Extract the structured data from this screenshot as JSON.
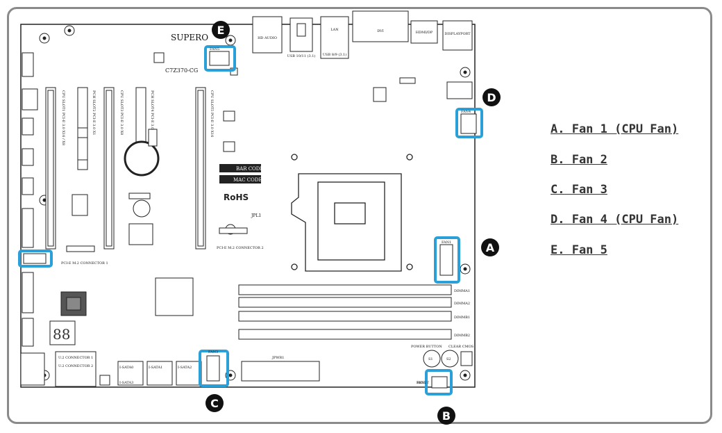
{
  "figure": {
    "board": {
      "brand": "SUPERO",
      "model": "C7Z370-CG",
      "ports": {
        "hd_audio": "HD AUDIO",
        "lan": "LAN",
        "usb_top": "USB 10/11 (3.1)",
        "usb_lan": "USB 8/9 (3.1)",
        "dvi": "DVI",
        "hdmi": "HDMI/DP",
        "displayport": "DISPLAYPORT"
      },
      "slots": [
        "CPU SLOT1 PCI-E 3.0 X16 / X8",
        "PCH SLOT2 PCI-E 3.0 X1",
        "CPU SLOT3 PCI-E 3.0 X8",
        "PCH SLOT4 PCI-E 3.0 X4",
        "CPU SLOT5 PCI-E 3.0 X16"
      ],
      "dimms": [
        "DIMMA1",
        "DIMMA2",
        "DIMMB1",
        "DIMMB2"
      ],
      "connectors": {
        "bar_code": "BAR CODE",
        "mac_code": "MAC CODE",
        "rohs": "RoHS",
        "jpl": "JPL1",
        "m2_left": "PCI-E M.2 CONNECTOR 1",
        "m2_right": "PCI-E M.2 CONNECTOR 2",
        "u2_1": "U.2 CONNECTOR 1",
        "u2_2": "U.2 CONNECTOR 2",
        "jpwr": "JPWR1",
        "power_button": "POWER BUTTON",
        "reset": "RESET",
        "cmos": "CLEAR CMOS",
        "s1": "S1",
        "s2": "S2",
        "sata_labels": [
          "I-SATA0",
          "I-SATA1",
          "I-SATA2",
          "I-SATA3"
        ]
      },
      "fan_labels": {
        "fan1": "FAN1",
        "fan2": "FAN2",
        "fan3": "FAN3",
        "fan4": "FAN4",
        "fan5": "FAN5"
      }
    },
    "markers": [
      "A",
      "B",
      "C",
      "D",
      "E"
    ],
    "highlight_color": "#2a9fd8"
  },
  "legend": [
    "A. Fan 1 (CPU Fan)",
    "B. Fan 2",
    "C. Fan 3",
    "D. Fan 4 (CPU Fan)",
    "E. Fan 5"
  ]
}
